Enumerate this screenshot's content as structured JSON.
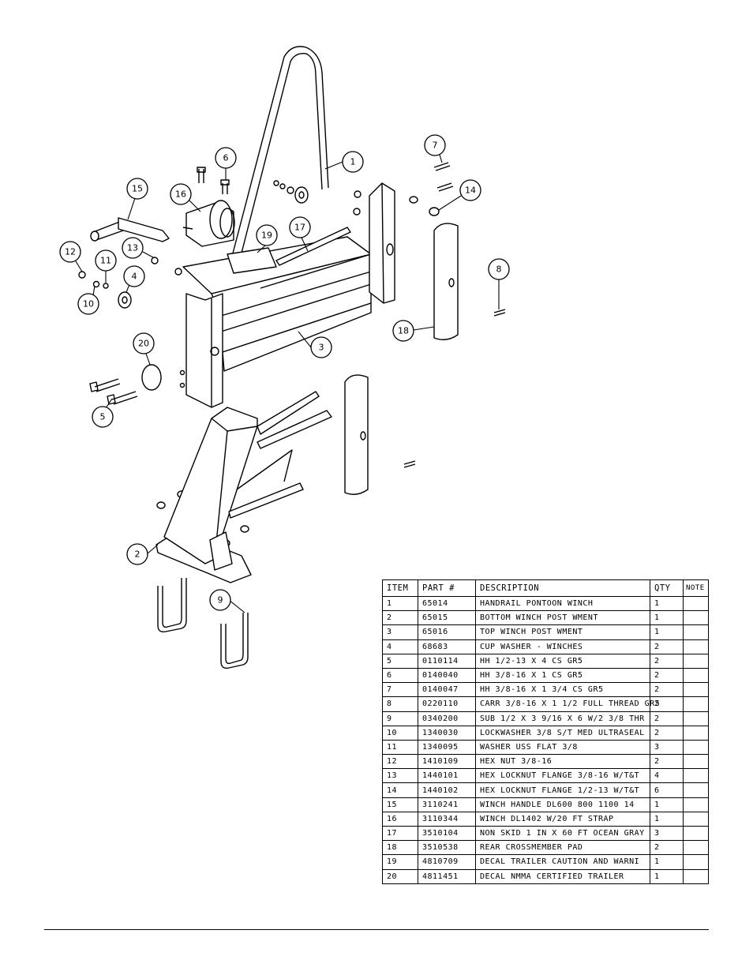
{
  "callouts": [
    "1",
    "2",
    "3",
    "4",
    "5",
    "6",
    "7",
    "8",
    "9",
    "10",
    "11",
    "12",
    "13",
    "14",
    "15",
    "16",
    "17",
    "18",
    "19",
    "20"
  ],
  "table": {
    "headers": [
      "ITEM",
      "PART #",
      "DESCRIPTION",
      "QTY",
      "NOTE"
    ],
    "rows": [
      {
        "item": "1",
        "part": "65014",
        "desc": "HANDRAIL PONTOON WINCH",
        "qty": "1",
        "note": ""
      },
      {
        "item": "2",
        "part": "65015",
        "desc": "BOTTOM WINCH POST WMENT",
        "qty": "1",
        "note": ""
      },
      {
        "item": "3",
        "part": "65016",
        "desc": "TOP WINCH POST WMENT",
        "qty": "1",
        "note": ""
      },
      {
        "item": "4",
        "part": "68683",
        "desc": "CUP WASHER - WINCHES",
        "qty": "2",
        "note": ""
      },
      {
        "item": "5",
        "part": "0110114",
        "desc": "HH 1/2-13 X 4 CS GR5",
        "qty": "2",
        "note": ""
      },
      {
        "item": "6",
        "part": "0140040",
        "desc": "HH 3/8-16 X 1 CS GR5",
        "qty": "2",
        "note": ""
      },
      {
        "item": "7",
        "part": "0140047",
        "desc": "HH 3/8-16 X 1 3/4 CS GR5",
        "qty": "2",
        "note": ""
      },
      {
        "item": "8",
        "part": "0220110",
        "desc": "CARR 3/8-16 X 1 1/2 FULL THREAD GR5",
        "qty": "2",
        "note": ""
      },
      {
        "item": "9",
        "part": "0340200",
        "desc": "SUB 1/2 X 3 9/16 X 6 W/2 3/8 THR",
        "qty": "2",
        "note": ""
      },
      {
        "item": "10",
        "part": "1340030",
        "desc": "LOCKWASHER 3/8 S/T MED ULTRASEAL",
        "qty": "2",
        "note": ""
      },
      {
        "item": "11",
        "part": "1340095",
        "desc": "WASHER USS FLAT 3/8",
        "qty": "3",
        "note": ""
      },
      {
        "item": "12",
        "part": "1410109",
        "desc": "HEX NUT 3/8-16",
        "qty": "2",
        "note": ""
      },
      {
        "item": "13",
        "part": "1440101",
        "desc": "HEX LOCKNUT FLANGE 3/8-16 W/T&T",
        "qty": "4",
        "note": ""
      },
      {
        "item": "14",
        "part": "1440102",
        "desc": "HEX LOCKNUT FLANGE 1/2-13 W/T&T",
        "qty": "6",
        "note": ""
      },
      {
        "item": "15",
        "part": "3110241",
        "desc": "WINCH HANDLE   DL600 800 1100 14",
        "qty": "1",
        "note": ""
      },
      {
        "item": "16",
        "part": "3110344",
        "desc": "WINCH DL1402 W/20 FT STRAP",
        "qty": "1",
        "note": ""
      },
      {
        "item": "17",
        "part": "3510104",
        "desc": "NON SKID 1 IN X 60 FT OCEAN GRAY",
        "qty": "3",
        "note": ""
      },
      {
        "item": "18",
        "part": "3510538",
        "desc": "REAR CROSSMEMBER PAD",
        "qty": "2",
        "note": ""
      },
      {
        "item": "19",
        "part": "4810709",
        "desc": "DECAL TRAILER CAUTION AND WARNI",
        "qty": "1",
        "note": ""
      },
      {
        "item": "20",
        "part": "4811451",
        "desc": " DECAL NMMA CERTIFIED TRAILER",
        "qty": "1",
        "note": ""
      }
    ]
  }
}
